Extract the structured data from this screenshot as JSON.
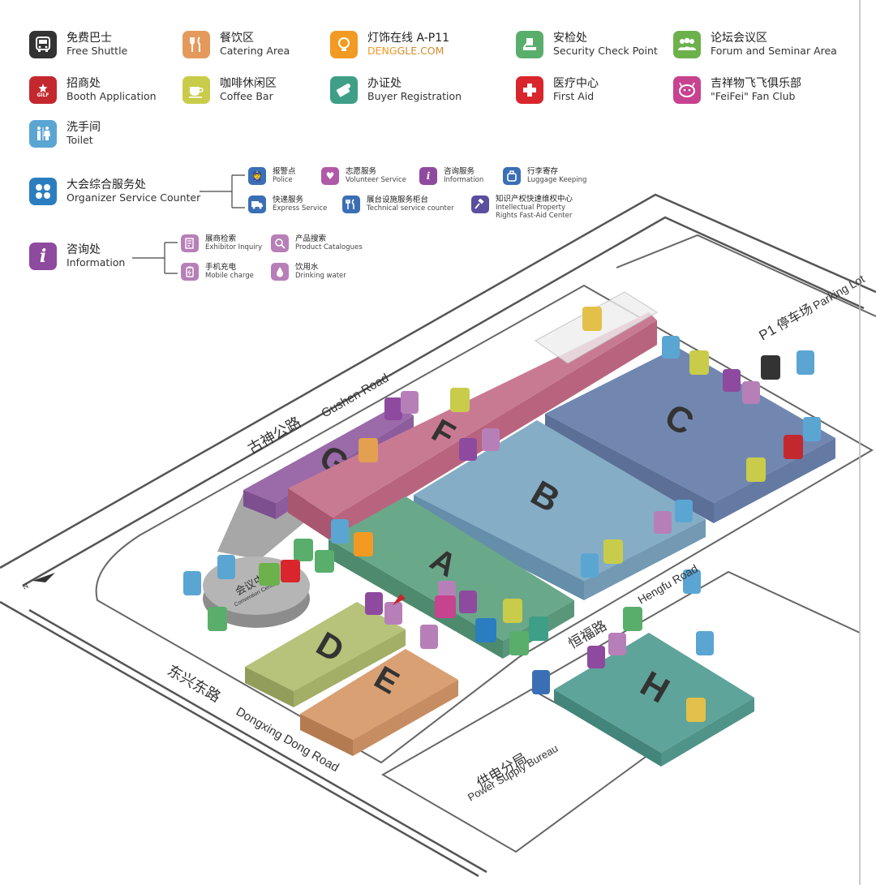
{
  "legend": {
    "free_shuttle": {
      "zh": "免费巴士",
      "en": "Free Shuttle",
      "icon": "bus-icon",
      "color": "#333333"
    },
    "catering": {
      "zh": "餐饮区",
      "en": "Catering Area",
      "icon": "fork-knife-icon",
      "color": "#e39a5c"
    },
    "dengle": {
      "zh": "灯饰在线 A-P11",
      "en_a": "DENG",
      "en_b": "GLE.COM",
      "icon": "lightbulb-icon",
      "color": "#f29a21"
    },
    "security": {
      "zh": "安检处",
      "en": "Security Check Point",
      "icon": "security-check-icon",
      "color": "#5aae6c"
    },
    "forum": {
      "zh": "论坛会议区",
      "en": "Forum and Seminar Area",
      "icon": "people-group-icon",
      "color": "#6cb14c"
    },
    "booth_app": {
      "zh": "招商处",
      "en": "Booth Application",
      "icon": "gilf-logo-icon",
      "color": "#c4282f",
      "logo": "GILF"
    },
    "coffee": {
      "zh": "咖啡休闲区",
      "en": "Coffee Bar",
      "icon": "coffee-cup-icon",
      "color": "#c9cc4a"
    },
    "buyer_reg": {
      "zh": "办证处",
      "en": "Buyer Registration",
      "icon": "id-card-icon",
      "color": "#3e9f86"
    },
    "first_aid": {
      "zh": "医疗中心",
      "en": "First Aid",
      "icon": "first-aid-cross-icon",
      "color": "#d9262c"
    },
    "fan_club": {
      "zh": "吉祥物飞飞俱乐部",
      "en": "\"FeiFei\" Fan Club",
      "icon": "mascot-face-icon",
      "color": "#c7428f"
    },
    "toilet": {
      "zh": "洗手间",
      "en": "Toilet",
      "icon": "toilet-icon",
      "color": "#5ba5d3"
    },
    "organizer": {
      "zh": "大会综合服务处",
      "en": "Organizer Service Counter",
      "icon": "clover-icon",
      "color": "#2a7ec0"
    },
    "organizer_sub": [
      {
        "zh": "报警点",
        "en": "Police",
        "icon": "police-icon",
        "color": "#3b6fb5"
      },
      {
        "zh": "志愿服务",
        "en": "Volunteer Service",
        "icon": "heart-hands-icon",
        "color": "#b05aa7"
      },
      {
        "zh": "咨询服务",
        "en": "Information",
        "icon": "info-icon",
        "color": "#8e4a9e"
      },
      {
        "zh": "行李寄存",
        "en": "Luggage Keeping",
        "icon": "luggage-icon",
        "color": "#3b6fb5"
      },
      {
        "zh": "快递服务",
        "en": "Express Service",
        "icon": "truck-icon",
        "color": "#3b6fb5"
      },
      {
        "zh": "展台设施服务柜台",
        "en": "Technical service counter",
        "icon": "tools-icon",
        "color": "#3b6fb5"
      },
      {
        "zh": "知识产权快速维权中心",
        "en": "Intellectual Property",
        "en2": "Rights Fast-Aid Center",
        "icon": "gavel-icon",
        "color": "#5a4e9e"
      }
    ],
    "information": {
      "zh": "咨询处",
      "en": "Information",
      "icon": "info-icon",
      "color": "#8e4a9e"
    },
    "information_sub": [
      {
        "zh": "展商检索",
        "en": "Exhibitor Inquiry",
        "icon": "list-search-icon",
        "color": "#b77fb8"
      },
      {
        "zh": "产品搜索",
        "en": "Product Catalogues",
        "icon": "magnifier-icon",
        "color": "#b77fb8"
      },
      {
        "zh": "手机充电",
        "en": "Mobile charge",
        "icon": "battery-icon",
        "color": "#b77fb8"
      },
      {
        "zh": "饮用水",
        "en": "Drinking water",
        "icon": "water-drop-icon",
        "color": "#b77fb8"
      }
    ]
  },
  "map": {
    "halls": [
      {
        "label": "A",
        "color": "#6aa88a"
      },
      {
        "label": "B",
        "color": "#7fa8c2"
      },
      {
        "label": "C",
        "color": "#7287b0"
      },
      {
        "label": "D",
        "color": "#b7c27a"
      },
      {
        "label": "E",
        "color": "#d9a073"
      },
      {
        "label": "F",
        "color": "#c76a86"
      },
      {
        "label": "G",
        "color": "#a77bb7"
      },
      {
        "label": "H",
        "color": "#5fa49a"
      }
    ],
    "convention_center": {
      "zh": "会议中心",
      "en": "Convention Center"
    },
    "roads": {
      "gushen_zh": "古神公路",
      "gushen_en": "Gushen Road",
      "dongxing_zh": "东兴东路",
      "dongxing_en": "Dongxing Dong Road",
      "hengfu_zh": "恒福路",
      "hengfu_en": "Hengfu Road"
    },
    "parking": {
      "label": "P1",
      "zh": "停车场",
      "en": "Parking Lot"
    },
    "power_bureau": {
      "zh": "供电分局",
      "en": "Power Supply Bureau"
    },
    "north": "N"
  }
}
